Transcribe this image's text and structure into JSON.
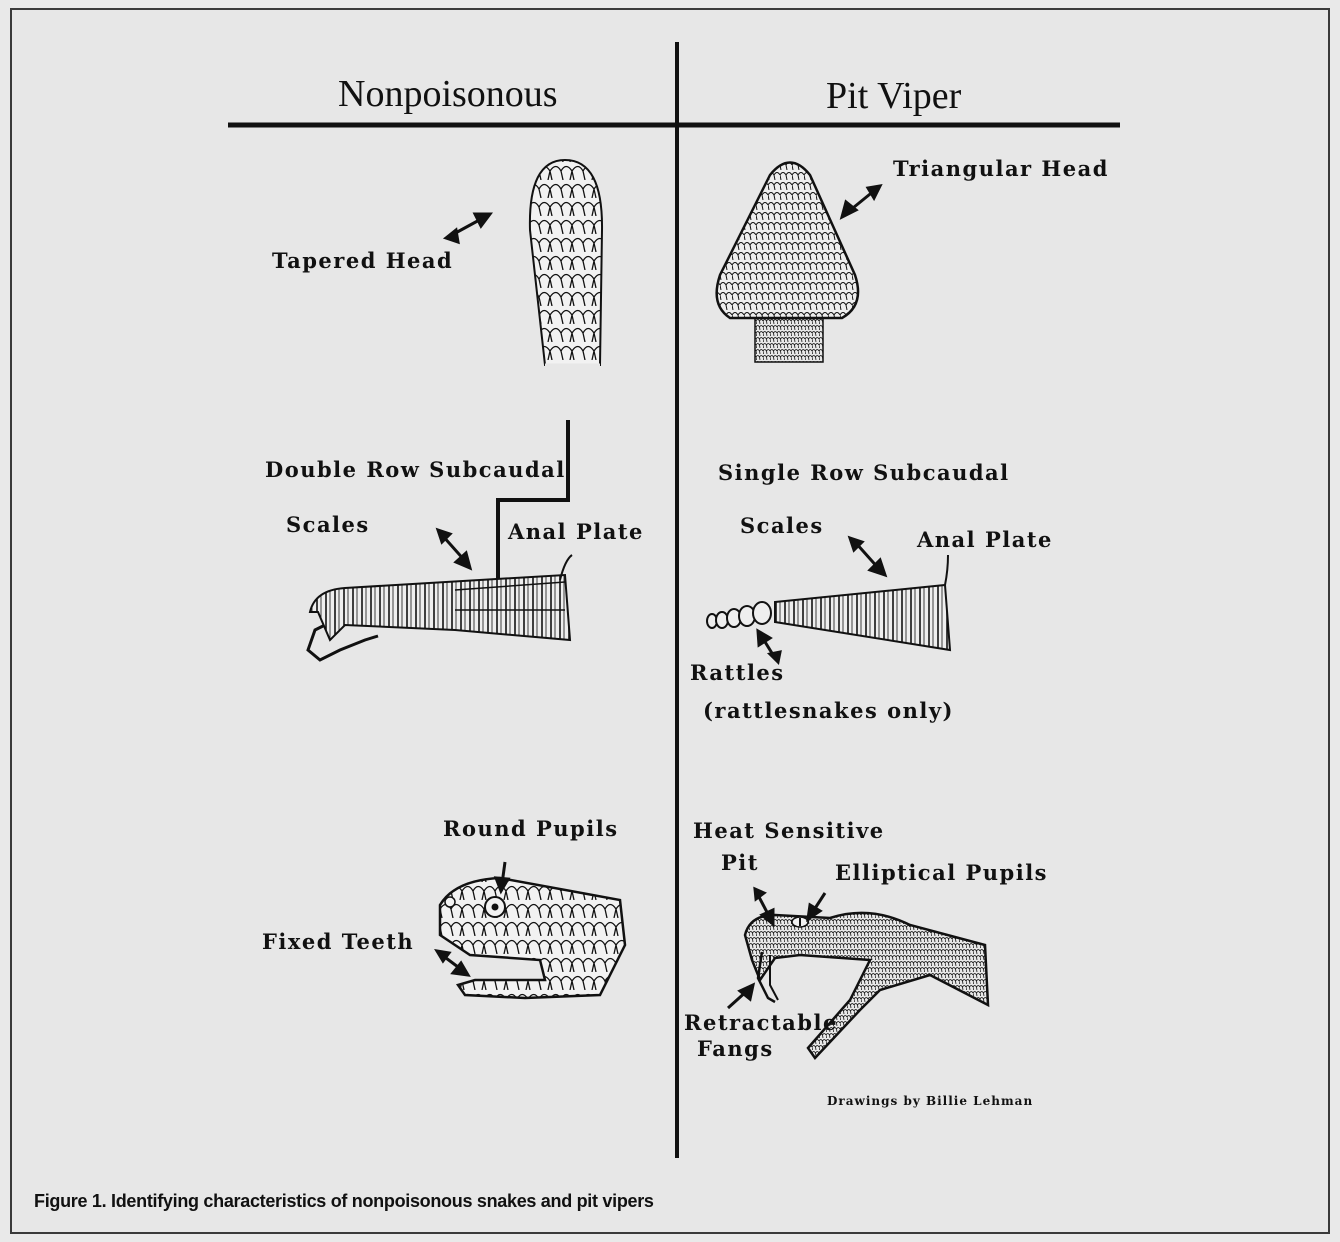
{
  "headers": {
    "left": "Nonpoisonous",
    "right": "Pit Viper"
  },
  "labels": {
    "tapered_head": "Tapered Head",
    "triangular_head": "Triangular Head",
    "double_row_line1": "Double Row Subcaudal",
    "double_row_line2": "Scales",
    "anal_plate_left": "Anal Plate",
    "single_row_line1": "Single Row Subcaudal",
    "single_row_line2": "Scales",
    "anal_plate_right": "Anal Plate",
    "rattles": "Rattles",
    "rattlesnakes_only": "(rattlesnakes only)",
    "round_pupils": "Round Pupils",
    "fixed_teeth": "Fixed Teeth",
    "heat_sensitive_line1": "Heat Sensitive",
    "heat_sensitive_line2": "Pit",
    "elliptical_pupils": "Elliptical Pupils",
    "retractable_line1": "Retractable",
    "retractable_line2": "Fangs"
  },
  "credit": "Drawings by Billie Lehman",
  "caption": "Figure 1. Identifying characteristics of nonpoisonous snakes and pit vipers"
}
